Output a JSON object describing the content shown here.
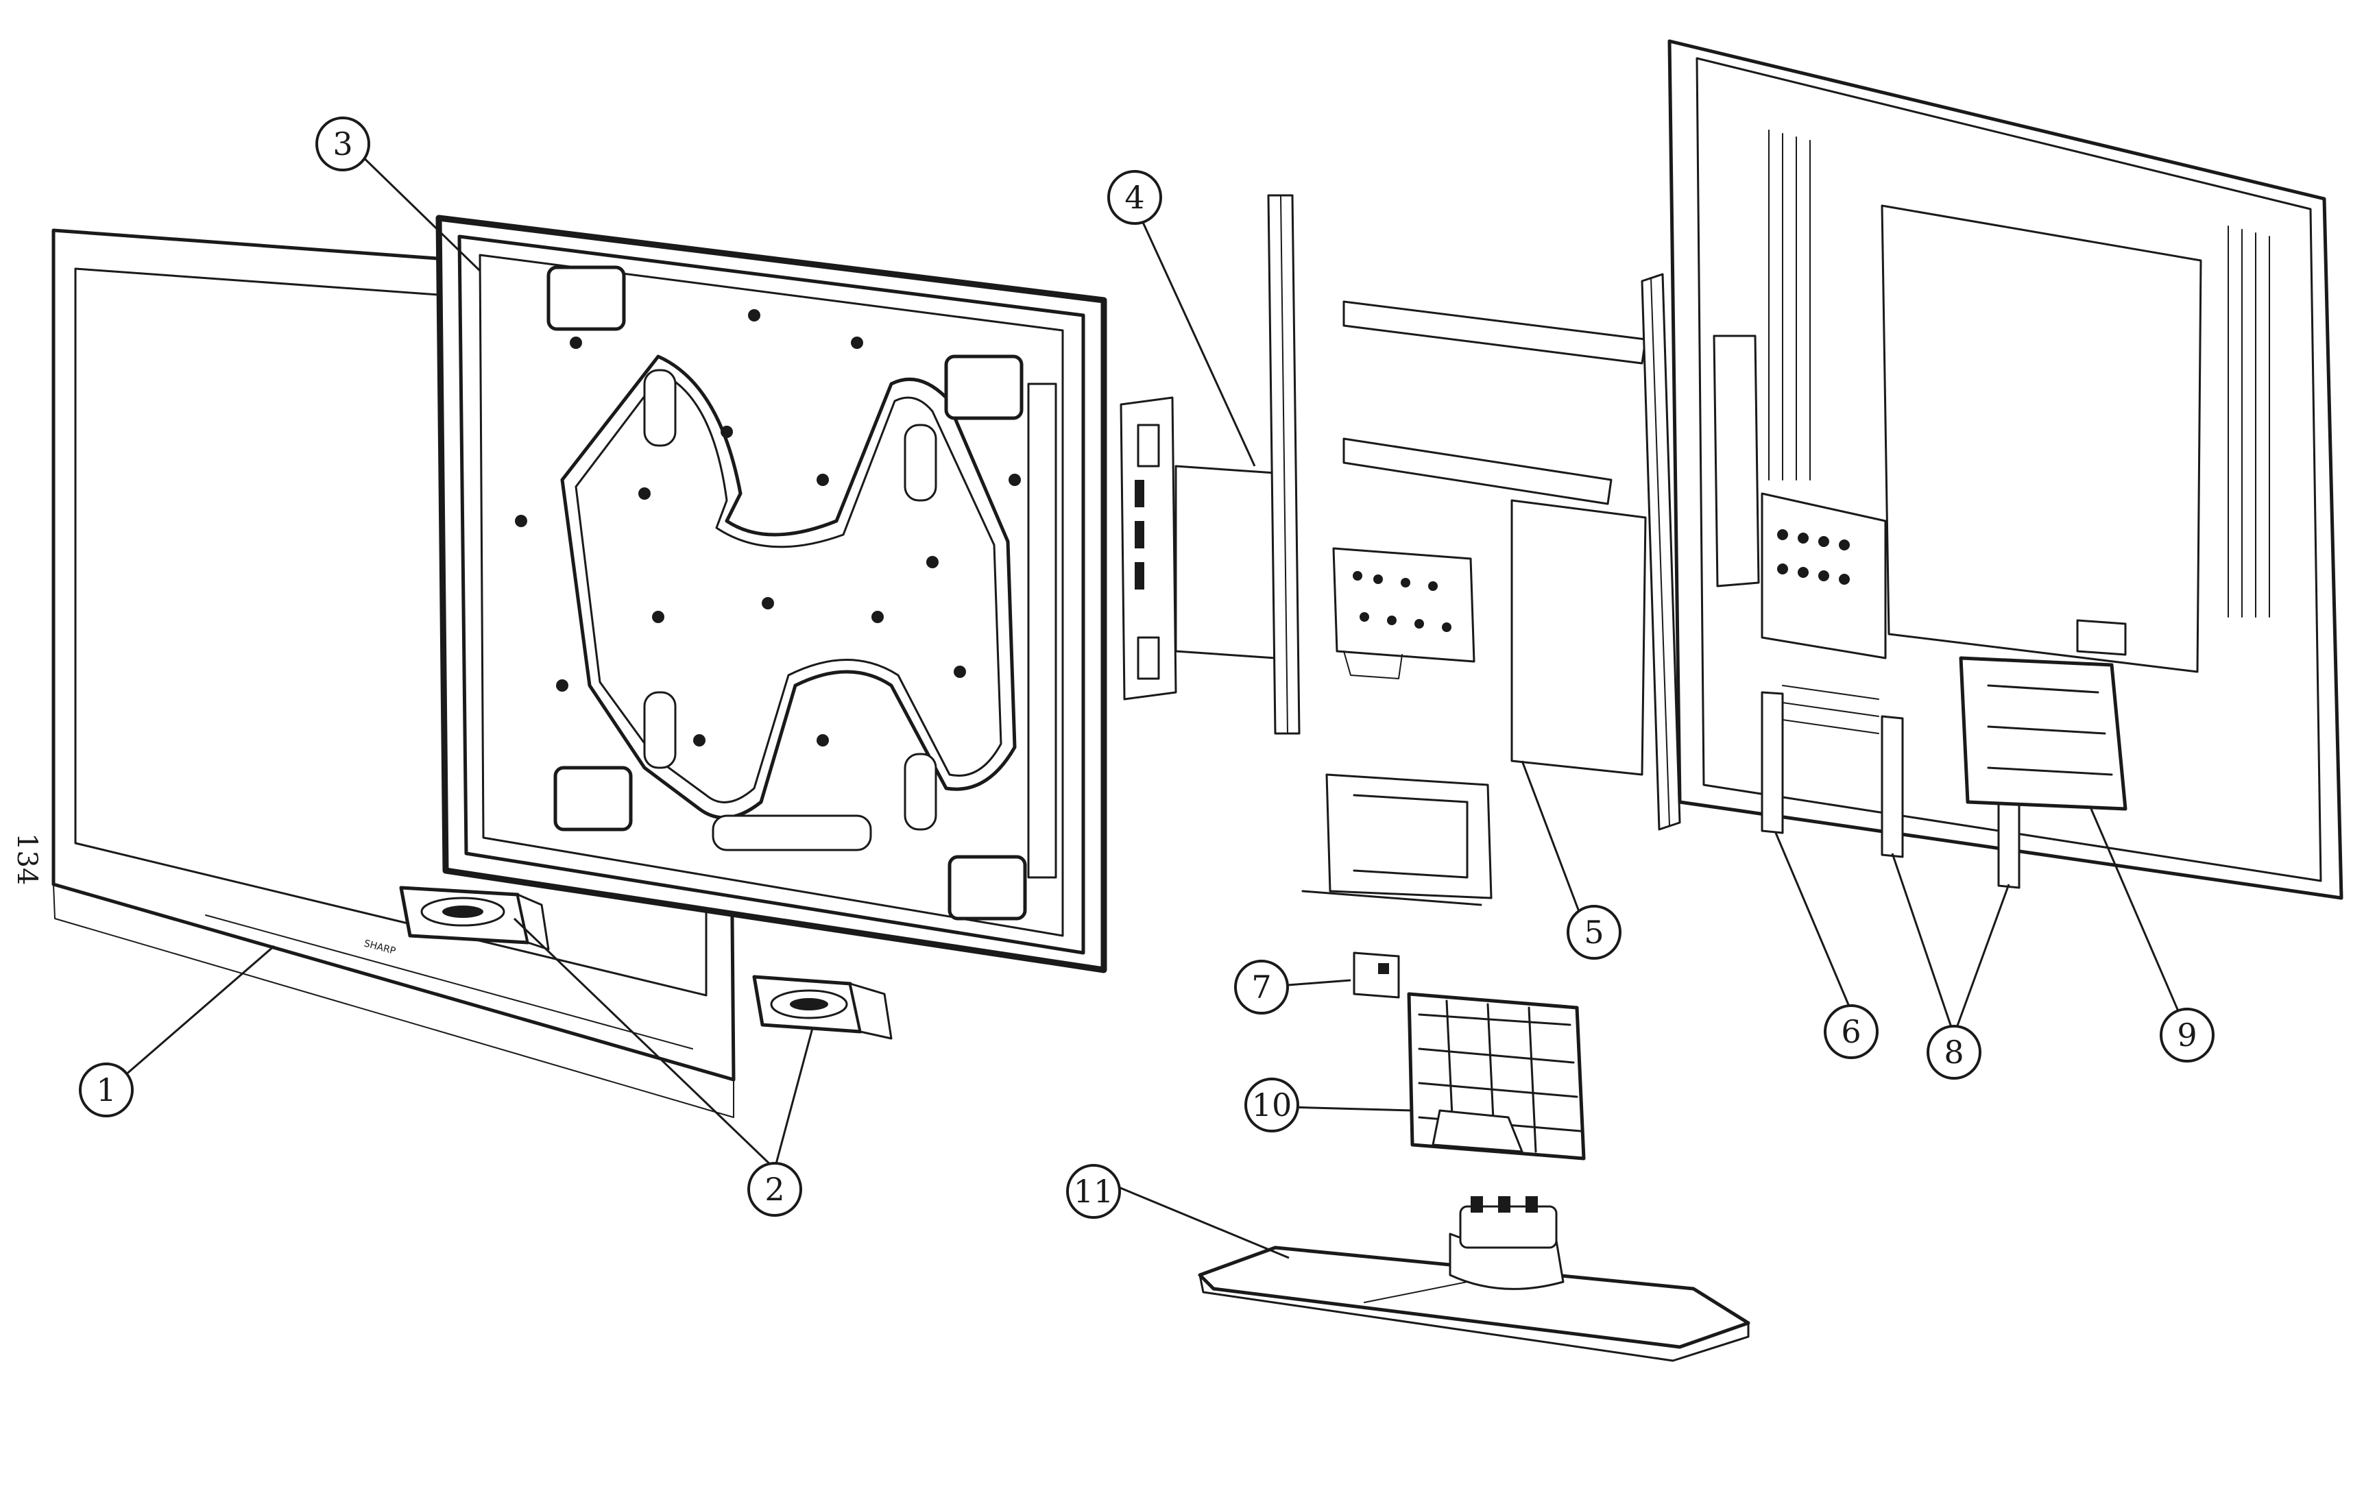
{
  "page_number": "134",
  "brand_text": "SHARP",
  "callouts": [
    {
      "id": "c1",
      "label": "1"
    },
    {
      "id": "c2",
      "label": "2"
    },
    {
      "id": "c3",
      "label": "3"
    },
    {
      "id": "c4",
      "label": "4"
    },
    {
      "id": "c5",
      "label": "5"
    },
    {
      "id": "c6",
      "label": "6"
    },
    {
      "id": "c7",
      "label": "7"
    },
    {
      "id": "c8",
      "label": "8"
    },
    {
      "id": "c9",
      "label": "9"
    },
    {
      "id": "c10",
      "label": "10"
    },
    {
      "id": "c11",
      "label": "11"
    }
  ]
}
